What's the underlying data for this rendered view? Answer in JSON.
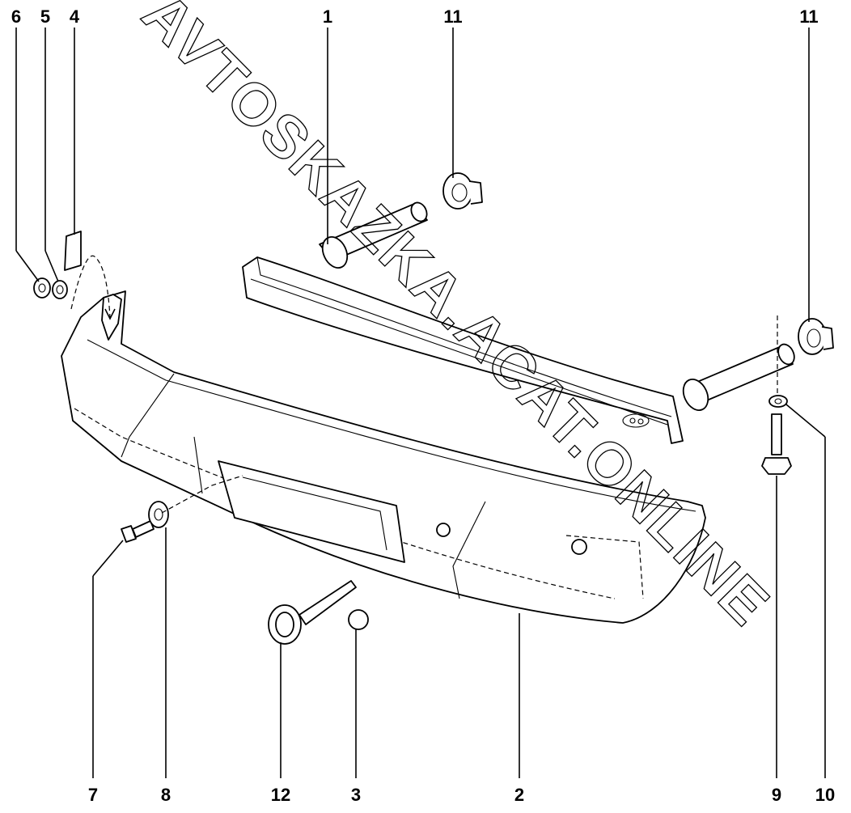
{
  "watermark": "AVTOSKAZKA.ACAT.ONLINE",
  "callouts": {
    "c1": "1",
    "c2": "2",
    "c3": "3",
    "c4": "4",
    "c5": "5",
    "c6": "6",
    "c7": "7",
    "c8": "8",
    "c9": "9",
    "c10": "10",
    "c11a": "11",
    "c11b": "11",
    "c12": "12"
  }
}
